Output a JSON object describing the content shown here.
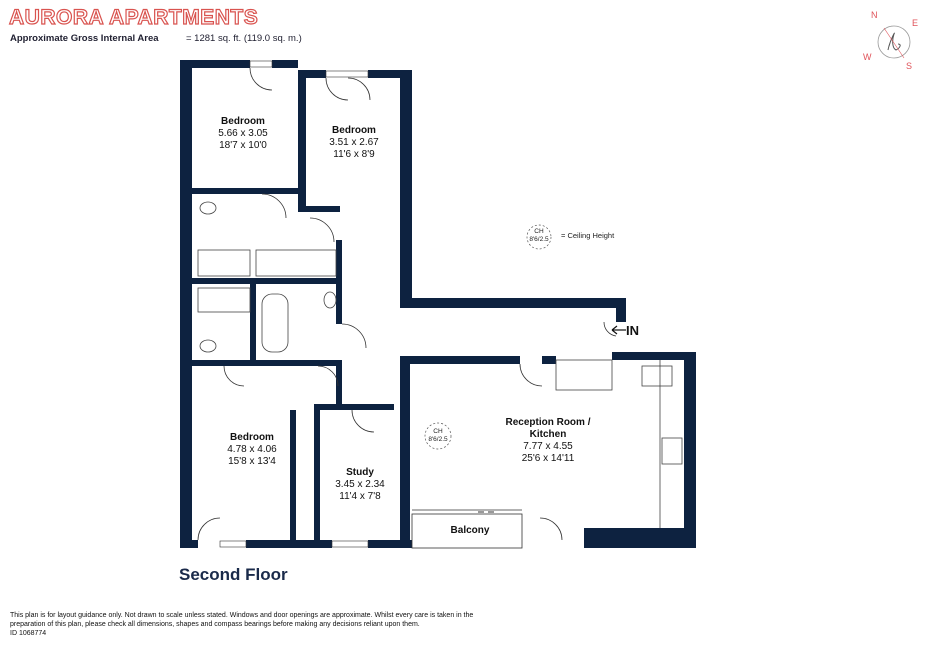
{
  "header": {
    "title": "AURORA APARTMENTS",
    "area_label": "Approximate Gross Internal Area",
    "area_value": "= 1281 sq. ft. (119.0 sq. m.)"
  },
  "compass": {
    "n": "N",
    "e": "E",
    "w": "W",
    "s": "S"
  },
  "rooms": {
    "bedroom1": {
      "name": "Bedroom",
      "metric": "5.66 x 3.05",
      "imperial": "18'7 x 10'0"
    },
    "bedroom2": {
      "name": "Bedroom",
      "metric": "3.51 x 2.67",
      "imperial": "11'6 x 8'9"
    },
    "bedroom3": {
      "name": "Bedroom",
      "metric": "4.78 x 4.06",
      "imperial": "15'8 x 13'4"
    },
    "study": {
      "name": "Study",
      "metric": "3.45 x 2.34",
      "imperial": "11'4 x 7'8"
    },
    "reception": {
      "name_line1": "Reception Room /",
      "name_line2": "Kitchen",
      "metric": "7.77 x 4.55",
      "imperial": "25'6 x 14'11"
    },
    "balcony": {
      "name": "Balcony"
    }
  },
  "ceiling": {
    "legend_marker_top": "CH",
    "legend_marker_bottom": "8'6/2.5",
    "legend_text": "= Ceiling Height",
    "room_marker_top": "CH",
    "room_marker_bottom": "8'6/2.5"
  },
  "entrance": {
    "label": "IN"
  },
  "floor_label": "Second Floor",
  "footer": {
    "disclaimer": "This plan is for layout guidance only. Not drawn to scale unless stated. Windows and door openings are approximate. Whilst every care is taken in the preparation of this plan, please check all dimensions, shapes and compass bearings before making any decisions reliant upon them.",
    "plan_id": "ID 1068774"
  },
  "colors": {
    "wall": "#0d2240",
    "title_outline": "#d9534f",
    "compass": "#e0535a"
  }
}
